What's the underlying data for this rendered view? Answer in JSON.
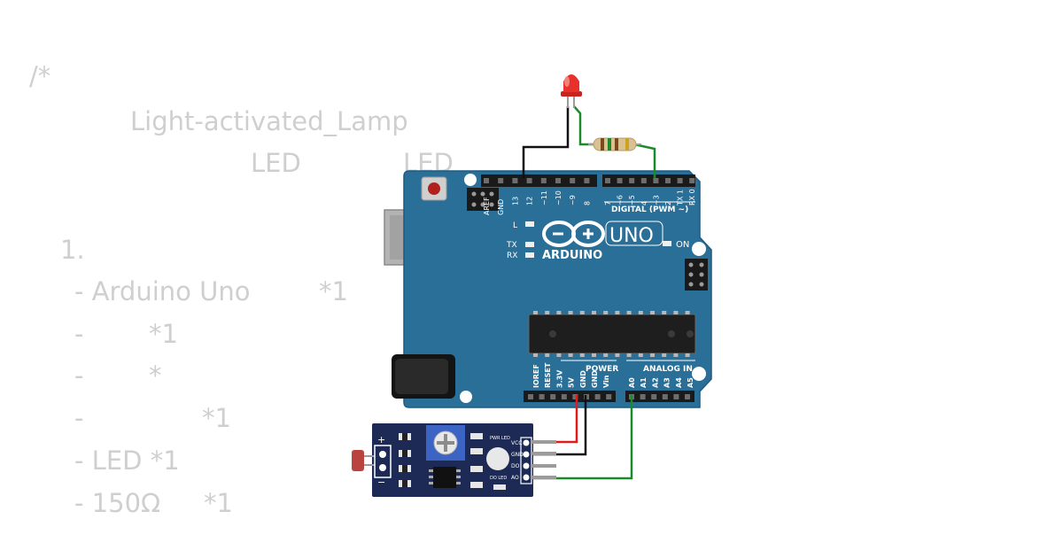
{
  "code_comment": [
    {
      "id": "comment-open",
      "text": "/*"
    },
    {
      "id": "title",
      "text": "Light-activated_Lamp"
    },
    {
      "id": "subtitle-led-a",
      "text": "LED"
    },
    {
      "id": "subtitle-led-b",
      "text": "LED"
    },
    {
      "id": "section-number",
      "text": "1."
    },
    {
      "id": "item-arduino",
      "text": "- Arduino Uno"
    },
    {
      "id": "item-arduino-qty",
      "text": "*1"
    },
    {
      "id": "item-2",
      "text": "-"
    },
    {
      "id": "item-2-qty",
      "text": "*1"
    },
    {
      "id": "item-3",
      "text": "-"
    },
    {
      "id": "item-3-qty",
      "text": "*"
    },
    {
      "id": "item-4",
      "text": "-"
    },
    {
      "id": "item-4-qty",
      "text": "*1"
    },
    {
      "id": "item-led",
      "text": "- LED *1"
    },
    {
      "id": "item-resistor",
      "text": "- 150Ω"
    },
    {
      "id": "item-resistor-qty",
      "text": "*1"
    }
  ],
  "arduino": {
    "brand": "ARDUINO",
    "model": "UNO",
    "digital_label": "DIGITAL (PWM ~)",
    "power_label": "POWER",
    "analog_label": "ANALOG IN",
    "on_label": "ON",
    "l_label": "L",
    "tx_label": "TX",
    "rx_label": "RX",
    "digital_pins": [
      "AREF",
      "GND",
      "13",
      "12",
      "~11",
      "~10",
      "~9",
      "8",
      "7",
      "~6",
      "~5",
      "4",
      "~3",
      "2",
      "TX 1",
      "RX 0"
    ],
    "power_pins": [
      "IOREF",
      "RESET",
      "3.3V",
      "5V",
      "GND",
      "GND",
      "Vin"
    ],
    "analog_pins": [
      "A0",
      "A1",
      "A2",
      "A3",
      "A4",
      "A5"
    ]
  },
  "sensor": {
    "pwr_led_label": "PWR LED",
    "do_led_label": "DO LED",
    "pins": [
      "VCC",
      "GND",
      "DO",
      "AO"
    ],
    "plus": "+",
    "minus": "−"
  },
  "colors": {
    "board": "#2a6f98",
    "board_dark": "#1f5a80",
    "sensor_board": "#1c2a55",
    "wire_red": "#e01b1b",
    "wire_black": "#111111",
    "wire_green": "#1d8a2a",
    "led_red": "#e8312b",
    "code_text": "#cfcfcf"
  }
}
